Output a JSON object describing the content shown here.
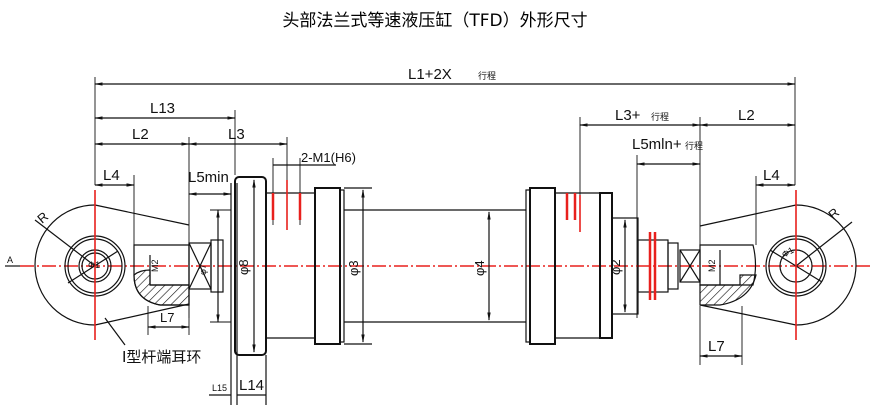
{
  "title": "头部法兰式等速液压缸（TFD）外形尺寸",
  "colors": {
    "line": "#111111",
    "centerline": "#e8201d",
    "background": "#ffffff"
  },
  "dimensions": {
    "overall": "L1+2X",
    "overall_suffix": "行程",
    "l13": "L13",
    "l2_left": "L2",
    "l3_left": "L3",
    "l4_left": "L4",
    "l5min_left": "L5min",
    "m1": "2-M1(H6)",
    "l3_right": "L3+",
    "l3_right_suffix": "行程",
    "l2_right": "L2",
    "l5min_right": "L5mln+",
    "l5min_right_suffix": "行程",
    "l4_right": "L4",
    "l7_left": "L7",
    "l7_right": "L7",
    "l14": "L14",
    "l15": "L15",
    "d8": "φ8",
    "d3": "φ3",
    "d4": "φ4",
    "d2": "φ2",
    "d7": "φ7",
    "d1_left": "Φ1",
    "d1_right": "Φ1",
    "r_left": "R",
    "r_right": "R",
    "m2_left": "M2",
    "m2_right": "M2",
    "section_mark": "A"
  },
  "labels": {
    "rod_end": "Ⅰ型杆端耳环"
  }
}
